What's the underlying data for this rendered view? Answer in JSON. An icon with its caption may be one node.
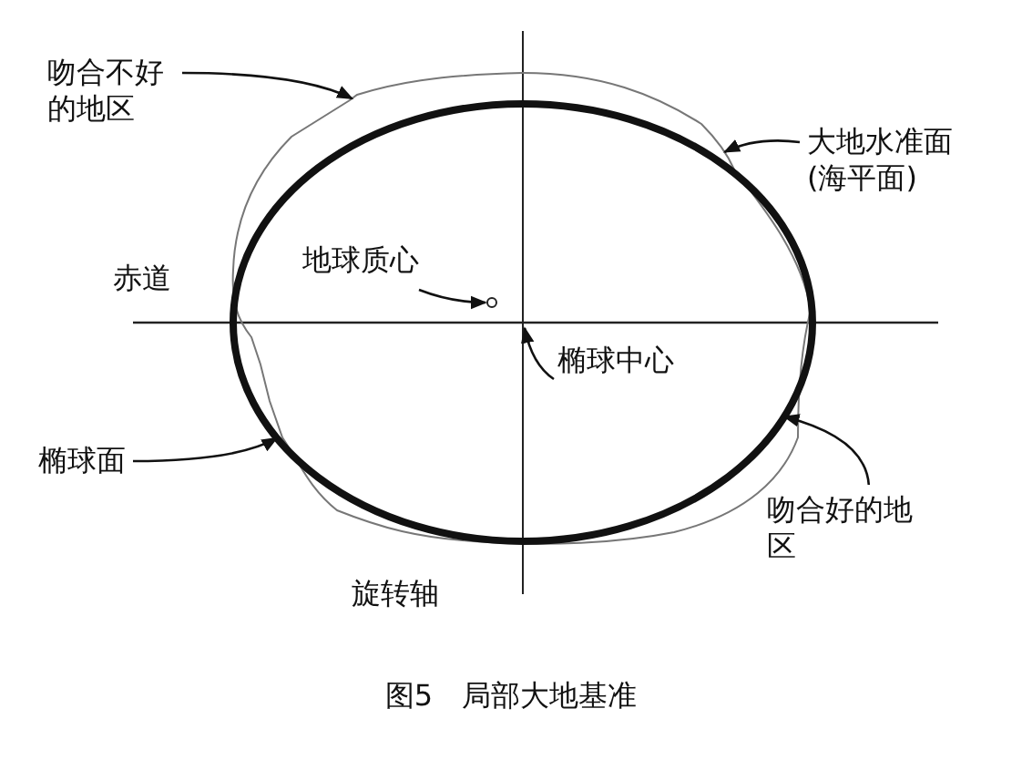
{
  "diagram": {
    "caption": "图5　局部大地基准",
    "nodes": [
      {
        "text": [
          "吻合不好的地区"
        ]
      },
      {
        "text": [],
        "shape": "curve"
      },
      {
        "text": [],
        "shape": "ellipse"
      },
      {
        "text": [
          "大地水准面(海平面)"
        ]
      },
      {
        "text": [
          "地球质心"
        ],
        "in": 2
      },
      {
        "text": [],
        "shape": "circle",
        "in": 2
      },
      {
        "text": [
          "椭球中心"
        ],
        "in": 2
      },
      {
        "text": [
          "椭球面"
        ]
      },
      {
        "text": [
          "吻合好的地区"
        ]
      }
    ],
    "edges": [
      {
        "from": 0,
        "to": 1,
        "arrow": "to"
      },
      {
        "from": 3,
        "to": 1,
        "arrow": "to"
      },
      {
        "from": 4,
        "to": 5,
        "arrow": "to"
      },
      {
        "from": 6,
        "to": null,
        "arrow": "to"
      },
      {
        "from": 7,
        "to": 2,
        "arrow": "to"
      },
      {
        "from": 8,
        "to": 2,
        "arrow": "to"
      }
    ],
    "labels": [
      "赤道",
      "旋转轴"
    ]
  }
}
